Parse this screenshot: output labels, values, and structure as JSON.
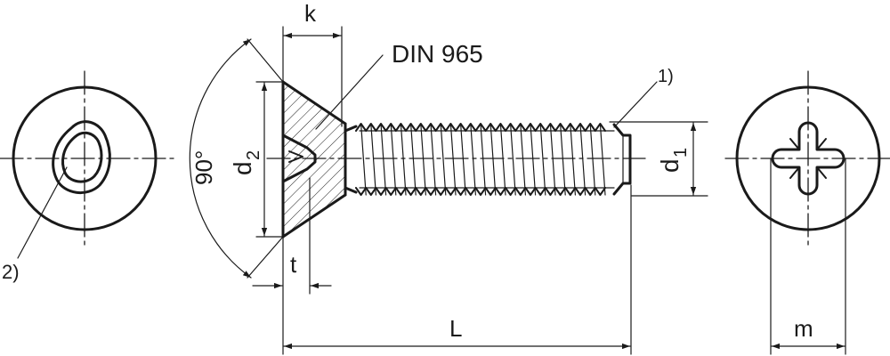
{
  "labels": {
    "standard": "DIN 965",
    "k": "k",
    "angle": "90°",
    "d2_main": "d",
    "d2_sub": "2",
    "d1_main": "d",
    "d1_sub": "1",
    "t": "t",
    "L": "L",
    "m": "m",
    "note1": "1)",
    "note2": "2)"
  }
}
